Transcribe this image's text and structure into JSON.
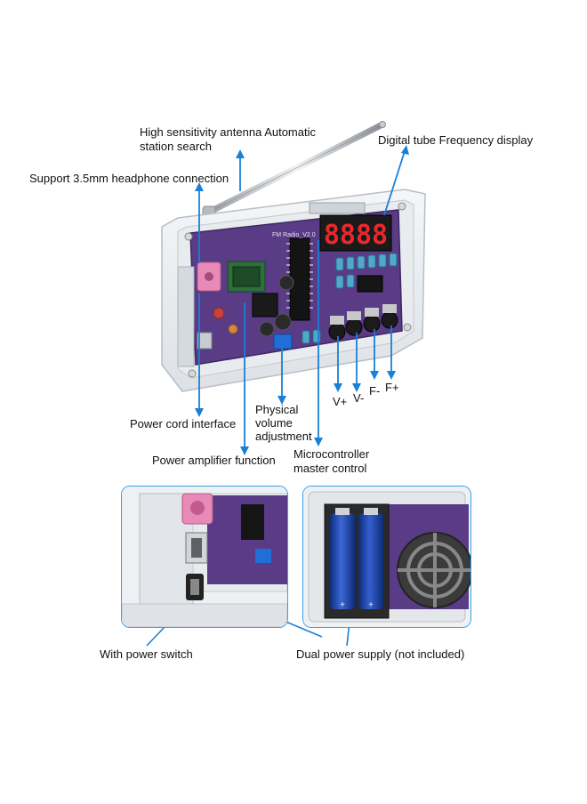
{
  "labels": {
    "antenna": "High sensitivity antenna Automatic station search",
    "antenna_line1": "High sensitivity antenna Automatic",
    "antenna_line2": "station search",
    "digital_display": "Digital tube Frequency display",
    "headphone": "Support 3.5mm headphone connection",
    "power_cord": "Power cord interface",
    "volume_line1": "Physical",
    "volume_line2": "volume",
    "volume_line3": "adjustment",
    "amplifier": "Power amplifier function",
    "mcu_line1": "Microcontroller",
    "mcu_line2": "master control",
    "power_switch": "With power switch",
    "dual_power": "Dual power supply (not included)"
  },
  "buttons": {
    "v_plus": "V+",
    "v_minus": "V-",
    "f_minus": "F-",
    "f_plus": "F+"
  },
  "display": {
    "digits": "8888"
  },
  "board": {
    "silkscreen": "FM Radio_V2.0"
  },
  "colors": {
    "accent_blue": "#1a7fd6",
    "pcb_purple": "#5a3b86",
    "inset_border": "#3aa0e8",
    "digit_red": "#e8282b",
    "pink_jack": "#e88ab8"
  },
  "icons": [
    "antenna-icon",
    "speaker-grille-icon",
    "battery-icon",
    "button-icon"
  ]
}
